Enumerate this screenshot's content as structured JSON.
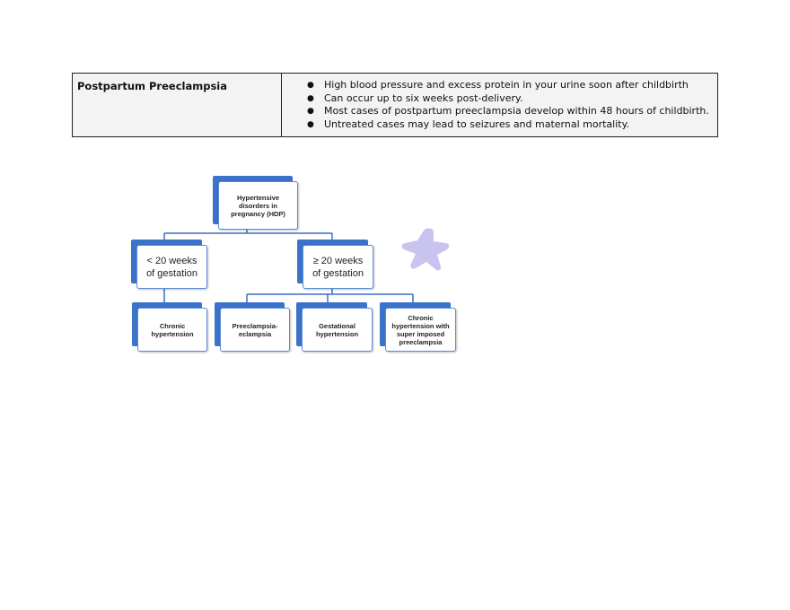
{
  "table": {
    "term": "Postpartum Preeclampsia",
    "bullets": [
      "High blood pressure and excess protein in your urine soon after childbirth",
      "Can occur up to six weeks post-delivery.",
      "Most cases of postpartum preeclampsia develop within 48 hours of childbirth.",
      "Untreated cases may lead to seizures and maternal mortality."
    ]
  },
  "diagram": {
    "root": [
      "Hypertensive",
      "disorders in",
      "pregnancy (HDP)"
    ],
    "before20": [
      "< 20 weeks",
      "of  gestation"
    ],
    "after20": [
      "≥ 20 weeks",
      "of gestation"
    ],
    "chronic": [
      "Chronic",
      "hypertension"
    ],
    "preeclampsia": [
      "Preeclampsia-",
      "eclampsia"
    ],
    "gestational": [
      "Gestational",
      "hypertension"
    ],
    "superimposed": [
      "Chronic",
      "hypertension with",
      "super imposed",
      "preeclampsia"
    ]
  },
  "colors": {
    "box_back": "#3a73c9",
    "box_border": "#5b8bd8",
    "star": "#c9c3ef",
    "table_bg": "#f3f3f3"
  }
}
